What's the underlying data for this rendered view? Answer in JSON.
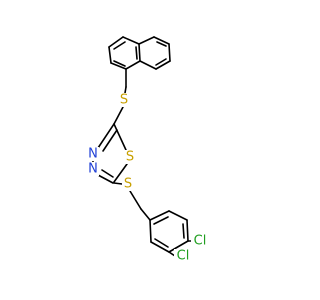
{
  "molecule": {
    "atoms": {
      "s_top": {
        "symbol": "S",
        "color": "#c8a000"
      },
      "s_ring": {
        "symbol": "S",
        "color": "#c8a000"
      },
      "s_bottom": {
        "symbol": "S",
        "color": "#c8a000"
      },
      "n_upper": {
        "symbol": "N",
        "color": "#1f3fd6"
      },
      "n_lower": {
        "symbol": "N",
        "color": "#1f3fd6"
      },
      "cl_upper": {
        "symbol": "Cl",
        "color": "#1f9e1f"
      },
      "cl_lower": {
        "symbol": "Cl",
        "color": "#1f9e1f"
      }
    },
    "bond_color": "#000000"
  }
}
